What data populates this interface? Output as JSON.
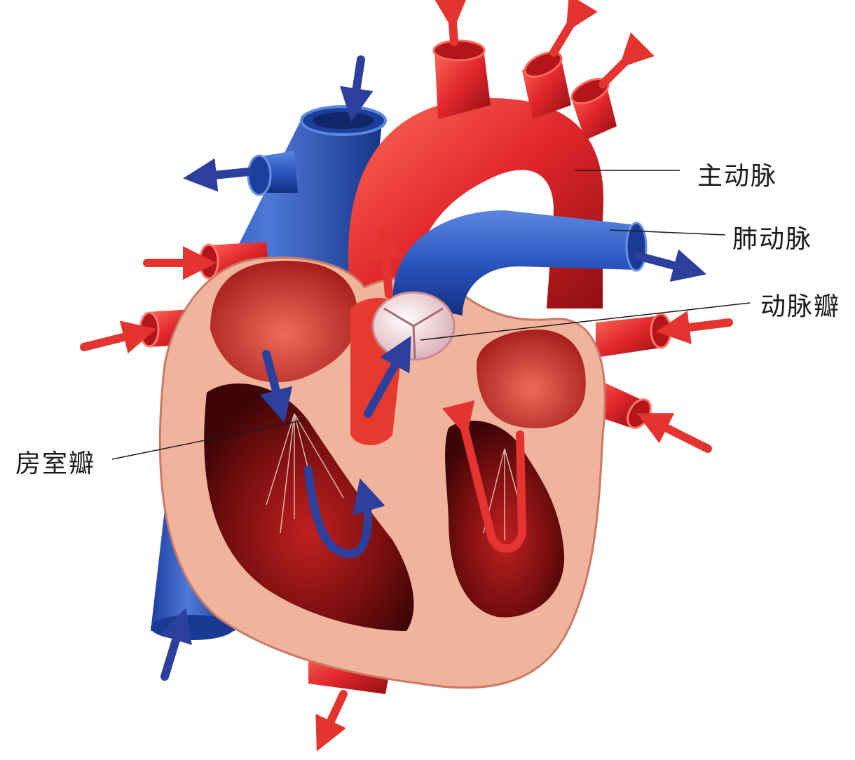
{
  "labels": {
    "aorta": "主动脉",
    "pulmonary_artery": "肺动脉",
    "arterial_valve": "动脉瓣",
    "atrioventricular_valve": "房室瓣"
  },
  "colors": {
    "oxygenated": "#e0262b",
    "deoxygenated": "#2a4fb8",
    "myocardium": "#f2b7a0",
    "chamber_dark": "#6e0d0d",
    "flow_arrow_red": "#e3342f",
    "flow_arrow_blue": "#2c3f9c",
    "valve": "#f2dede"
  }
}
